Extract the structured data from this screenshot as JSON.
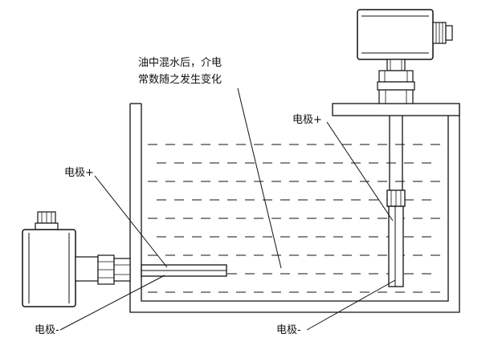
{
  "annotation": {
    "line1": "油中混水后，介电",
    "line2": "常数随之发生变化"
  },
  "labels": {
    "right_positive": "电极+",
    "left_positive": "电极+",
    "left_negative": "电极-",
    "right_negative": "电极-"
  },
  "colors": {
    "stroke": "#111111",
    "background": "#ffffff"
  }
}
